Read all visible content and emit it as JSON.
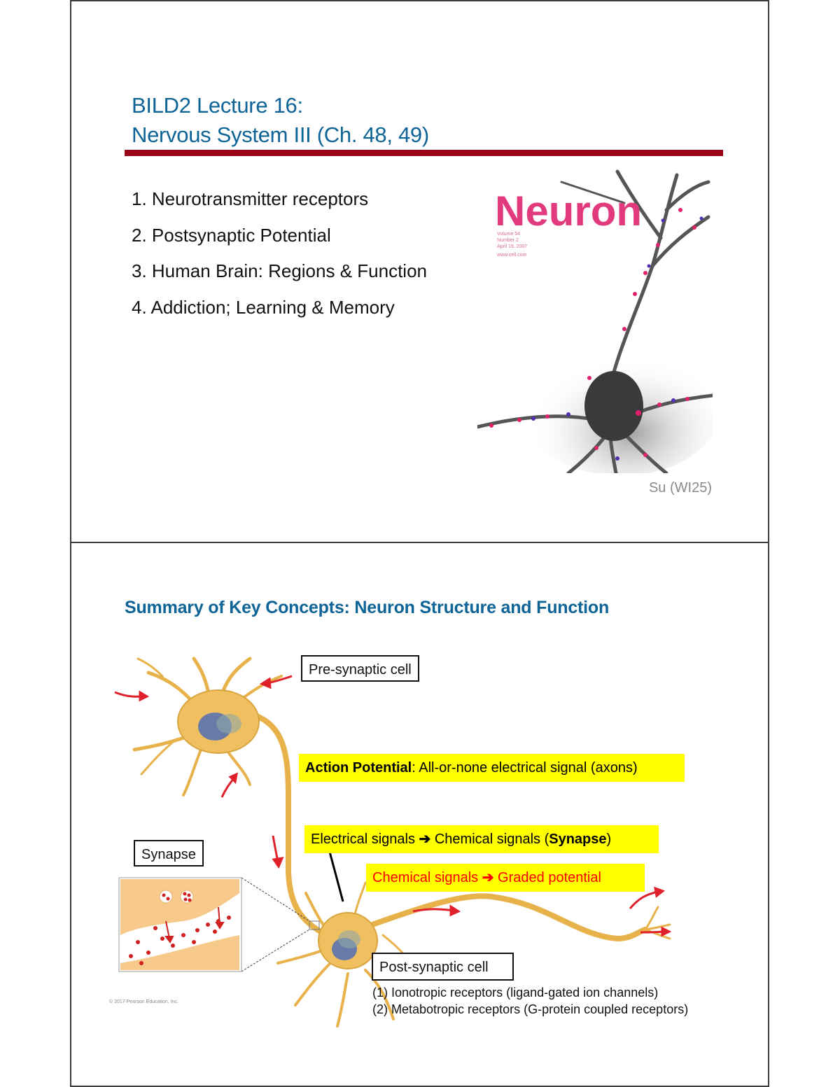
{
  "slide1": {
    "title_line1": "BILD2 Lecture 16:",
    "title_line2": "Nervous System III (Ch. 48, 49)",
    "agenda": [
      "1. Neurotransmitter receptors",
      "2. Postsynaptic Potential",
      "3. Human Brain: Regions & Function",
      "4. Addiction; Learning & Memory"
    ],
    "cover": {
      "journal": "Neuron",
      "meta": [
        "Volume 54",
        "Number 2",
        "April 19, 2007",
        "www.cell.com"
      ]
    },
    "credit": "Su (WI25)",
    "colors": {
      "title": "#0e6496",
      "bar": "#9b0017",
      "cover_title": "#e23b7d"
    }
  },
  "slide2": {
    "title": "Summary of Key Concepts: Neuron Structure and Function",
    "labels": {
      "pre_synaptic": "Pre-synaptic cell",
      "synapse": "Synapse",
      "post_synaptic": "Post-synaptic cell"
    },
    "action_potential": {
      "bold": "Action Potential",
      "rest": ": All-or-none electrical signal (axons)"
    },
    "electrical_to_chemical": {
      "pre": "Electrical signals ",
      "arrow": "➔",
      "mid": " Chemical signals (",
      "bold": "Synapse",
      "post": ")"
    },
    "chemical_to_graded": {
      "pre": "Chemical signals ",
      "arrow": "➔",
      "post": " Graded potential"
    },
    "receptors": [
      "(1)  Ionotropic receptors (ligand-gated ion channels)",
      "(2)  Metabotropic receptors (G-protein coupled receptors)"
    ],
    "copyright": "© 2017 Pearson Education, Inc.",
    "colors": {
      "highlight": "#ffff00",
      "red_text": "#ff0000",
      "neuron": "#f0c060",
      "arrow": "#e0202a"
    }
  }
}
